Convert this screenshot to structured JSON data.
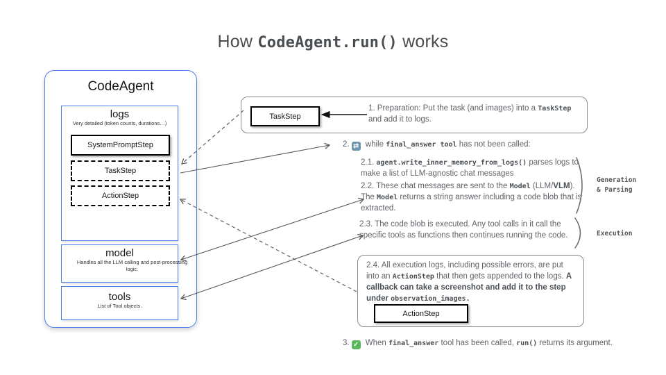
{
  "colors": {
    "accent_blue": "#4a7fe8",
    "border_gray": "#8a8a8a",
    "text_gray": "#5f6368",
    "loop_icon_bg": "#6d95ad",
    "check_green": "#5cb85c"
  },
  "icons": {
    "loop_glyph": "⇄",
    "check_glyph": "✓"
  },
  "title": {
    "pre": "How ",
    "code": "CodeAgent.run()",
    "post": " works"
  },
  "agent": {
    "title": "CodeAgent",
    "logs": {
      "title": "logs",
      "subtitle": "Very detailed (token counts, durations…)",
      "steps": {
        "system": "SystemPromptStep",
        "task": "TaskStep",
        "action": "ActionStep"
      }
    },
    "model": {
      "title": "model",
      "subtitle": "Handles all the LLM calling and post-processing logic."
    },
    "tools": {
      "title": "tools",
      "subtitle": "List of Tool objects."
    }
  },
  "steps": {
    "s1": {
      "box_label": "TaskStep",
      "t1": "1.  Preparation: Put the task (and images) into a ",
      "c1": "TaskStep",
      "t2": " and add it to logs."
    },
    "s2": {
      "num": "2.",
      "t1": " while ",
      "c1": "final_answer tool",
      "t2": "  has not been called:"
    },
    "s21": {
      "t1": "2.1.  ",
      "c1": "agent.write_inner_memory_from_logs()",
      "t2": "  parses logs to make a list of LLM-agnostic chat messages"
    },
    "s22": {
      "t1": "2.2. These chat messages are sent to the ",
      "c1": "Model",
      "t2": " (LLM/",
      "b1": "VLM",
      "t3": "). The ",
      "c2": "Model",
      "t4": "  returns a string answer including a code blob that is extracted."
    },
    "s23": {
      "t1": "2.3. The code blob is executed. Any tool calls in it call the specific tools as functions then continues running the code."
    },
    "s24": {
      "t1": "2.4. All execution logs, including possible errors, are put into an ",
      "c1": "ActionStep",
      "t2": " that then gets appended to the logs. ",
      "b1": "A callback can  take a screenshot and add it to the step under ",
      "c2": "observation_images.",
      "box_label": "ActionStep"
    },
    "s3": {
      "num": "3.",
      "t1": " When ",
      "c1": "final_answer",
      "t2": " tool has been called, ",
      "c2": "run()",
      "t3": " returns its argument."
    }
  },
  "annotations": {
    "gen_l1": "Generation",
    "gen_l2": "& Parsing",
    "exec": "Execution"
  }
}
